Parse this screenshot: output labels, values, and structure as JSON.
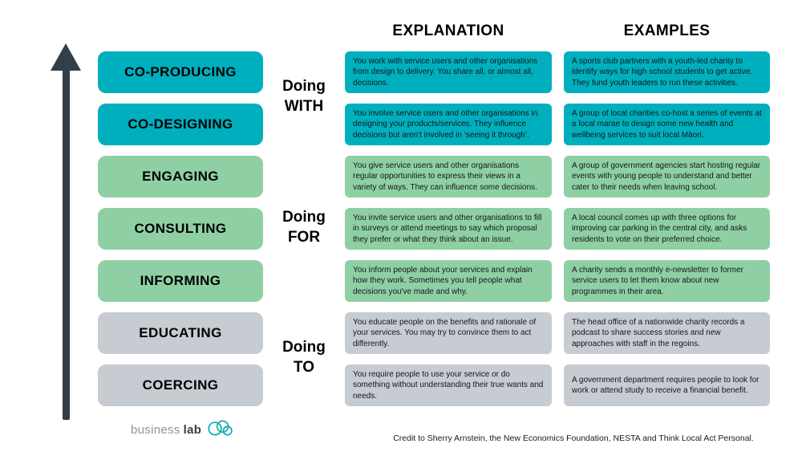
{
  "headers": {
    "explanation": "EXPLANATION",
    "examples": "EXAMPLES"
  },
  "groups": [
    {
      "line1": "Doing",
      "line2": "WITH"
    },
    {
      "line1": "Doing",
      "line2": "FOR"
    },
    {
      "line1": "Doing",
      "line2": "TO"
    }
  ],
  "levels": [
    {
      "name": "CO-PRODUCING",
      "color": "#00AFBE",
      "explanation": "You work with service users and other organisations from design to delivery. You share all, or almost all, decisions.",
      "example": "A sports club partners with a youth-led charity to identify ways for high school students to get active. They fund youth leaders to run these activities."
    },
    {
      "name": "CO-DESIGNING",
      "color": "#00AFBE",
      "explanation": "You involve service users and other organisations in designing your products/services. They influence decisions but aren't involved in ‘seeing it through’.",
      "example": "A group of local charities co-host a series of events at a local marae to design some new health and wellbeing services to suit local Māori."
    },
    {
      "name": "ENGAGING",
      "color": "#8FCFA4",
      "explanation": "You give service users and other organisations regular opportunities to express their views in a variety of ways. They can influence some decisions.",
      "example": "A group of government agencies start hosting regular events with young people to understand and better cater to their needs when leaving school."
    },
    {
      "name": "CONSULTING",
      "color": "#8FCFA4",
      "explanation": "You invite service users and other organisations to fill in surveys or attend meetings to say which proposal they prefer or what they think about an issue.",
      "example": "A local council comes up with three options for improving car parking in the central city, and asks residents to vote on their preferred choice."
    },
    {
      "name": "INFORMING",
      "color": "#8FCFA4",
      "explanation": "You inform people about your services and explain how they work. Sometimes you tell people what decisions you've made and why.",
      "example": "A charity sends a monthly e-newsletter to former service users to let them know about new programmes in their area."
    },
    {
      "name": "EDUCATING",
      "color": "#C7CBD2",
      "explanation": "You educate people on the benefits and rationale of your services. You may try to convince them to act differently.",
      "example": "The head office of a nationwide charity records a podcast to share success stories and new approaches with staff in the regoins."
    },
    {
      "name": "COERCING",
      "color": "#C7CBD2",
      "explanation": "You require people to use your service or do something without understanding their true wants and needs.",
      "example": "A government department requires people to look for work or attend study to receive a financial benefit."
    }
  ],
  "colors": {
    "teal": "#00AFBE",
    "green": "#8FCFA4",
    "gray": "#C7CBD2",
    "arrow": "#333F48"
  },
  "logo": {
    "word1": "business",
    "word2": "lab"
  },
  "footer": {
    "credit": "Credit to Sherry Arnstein, the New Economics Foundation, NESTA and Think Local Act Personal."
  }
}
